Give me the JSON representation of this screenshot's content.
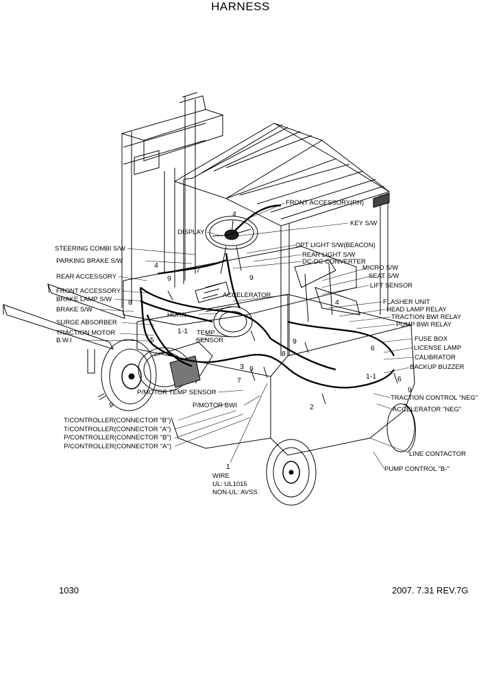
{
  "title": "HARNESS",
  "footer": {
    "page": "1030",
    "revision": "2007. 7.31 REV.7G"
  },
  "callouts": [
    {
      "id": "front-accessory-rh",
      "text": "FRONT ACCESSORY(RH)"
    },
    {
      "id": "key-sw",
      "text": "KEY S/W"
    },
    {
      "id": "display",
      "text": "DISPLAY"
    },
    {
      "id": "opt-light",
      "text": "OPT LIGHT S/W(BEACON)"
    },
    {
      "id": "steering-combi",
      "text": "STEERING COMBI S/W"
    },
    {
      "id": "rear-light",
      "text": "REAR LIGHT S/W"
    },
    {
      "id": "dc-dc",
      "text": "DC-DC CONVERTER"
    },
    {
      "id": "parking-brake",
      "text": "PARKING BRAKE S/W"
    },
    {
      "id": "micro-sw",
      "text": "MICRO S/W"
    },
    {
      "id": "seat-sw",
      "text": "SEAT S/W"
    },
    {
      "id": "rear-accessory",
      "text": "REAR ACCESSORY"
    },
    {
      "id": "lift-sensor",
      "text": "LIFT SENSOR"
    },
    {
      "id": "front-accessory",
      "text": "FRONT ACCESSORY"
    },
    {
      "id": "accelerator",
      "text": "ACCELERATOR"
    },
    {
      "id": "brake-lamp",
      "text": "BRAKE LAMP S/W"
    },
    {
      "id": "flasher-unit",
      "text": "FLASHER UNIT"
    },
    {
      "id": "head-lamp-relay",
      "text": "HEAD LAMP RELAY"
    },
    {
      "id": "brake-sw",
      "text": "BRAKE S/W"
    },
    {
      "id": "horn",
      "text": "HORN"
    },
    {
      "id": "traction-bwi-relay",
      "text": "TRACTION BWI RELAY"
    },
    {
      "id": "pump-bwi-relay",
      "text": "PUMP BWI RELAY"
    },
    {
      "id": "surge-absorber",
      "text": "SURGE ABSORBER"
    },
    {
      "id": "traction-motor",
      "text": "TRACTION MOTOR"
    },
    {
      "id": "temp",
      "text": "TEMP"
    },
    {
      "id": "bwi",
      "text": "B.W.I"
    },
    {
      "id": "sensor",
      "text": "SENSOR"
    },
    {
      "id": "fuse-box",
      "text": "FUSE BOX"
    },
    {
      "id": "license-lamp",
      "text": "LICENSE LAMP"
    },
    {
      "id": "calibrator",
      "text": "CALIBRATOR"
    },
    {
      "id": "backup-buzzer",
      "text": "BACKUP BUZZER"
    },
    {
      "id": "pmotor-temp",
      "text": "P/MOTOR TEMP SENSOR"
    },
    {
      "id": "traction-control-neg",
      "text": "TRACTION CONTROL \"NEG\""
    },
    {
      "id": "pmotor-bwi",
      "text": "P/MOTOR BWI"
    },
    {
      "id": "accelerator-neg",
      "text": "ACCELERATOR \"NEG\""
    },
    {
      "id": "tcon-b",
      "text": "T/CONTROLLER(CONNECTOR \"B\")"
    },
    {
      "id": "tcon-a",
      "text": "T/CONTROLLER(CONNECTOR \"A\")"
    },
    {
      "id": "pcon-b",
      "text": "P/CONTROLLER(CONNECTOR \"B\")"
    },
    {
      "id": "pcon-a",
      "text": "P/CONTROLLER(CONNECTOR \"A\")"
    },
    {
      "id": "line-contactor",
      "text": "LINE CONTACTOR"
    },
    {
      "id": "pump-control",
      "text": "PUMP CONTROL \"B-\""
    },
    {
      "id": "wire",
      "text": "WIRE"
    },
    {
      "id": "ul",
      "text": "UL: UL1015"
    },
    {
      "id": "non-ul",
      "text": "NON-UL: AVSS"
    }
  ],
  "part_numbers": [
    "4",
    "4",
    "9",
    "8",
    "7",
    "9",
    "4",
    "1-1",
    "5",
    "9",
    "3",
    "9",
    "8",
    "7",
    "9",
    "6",
    "1-1",
    "6",
    "9",
    "2",
    "1"
  ]
}
